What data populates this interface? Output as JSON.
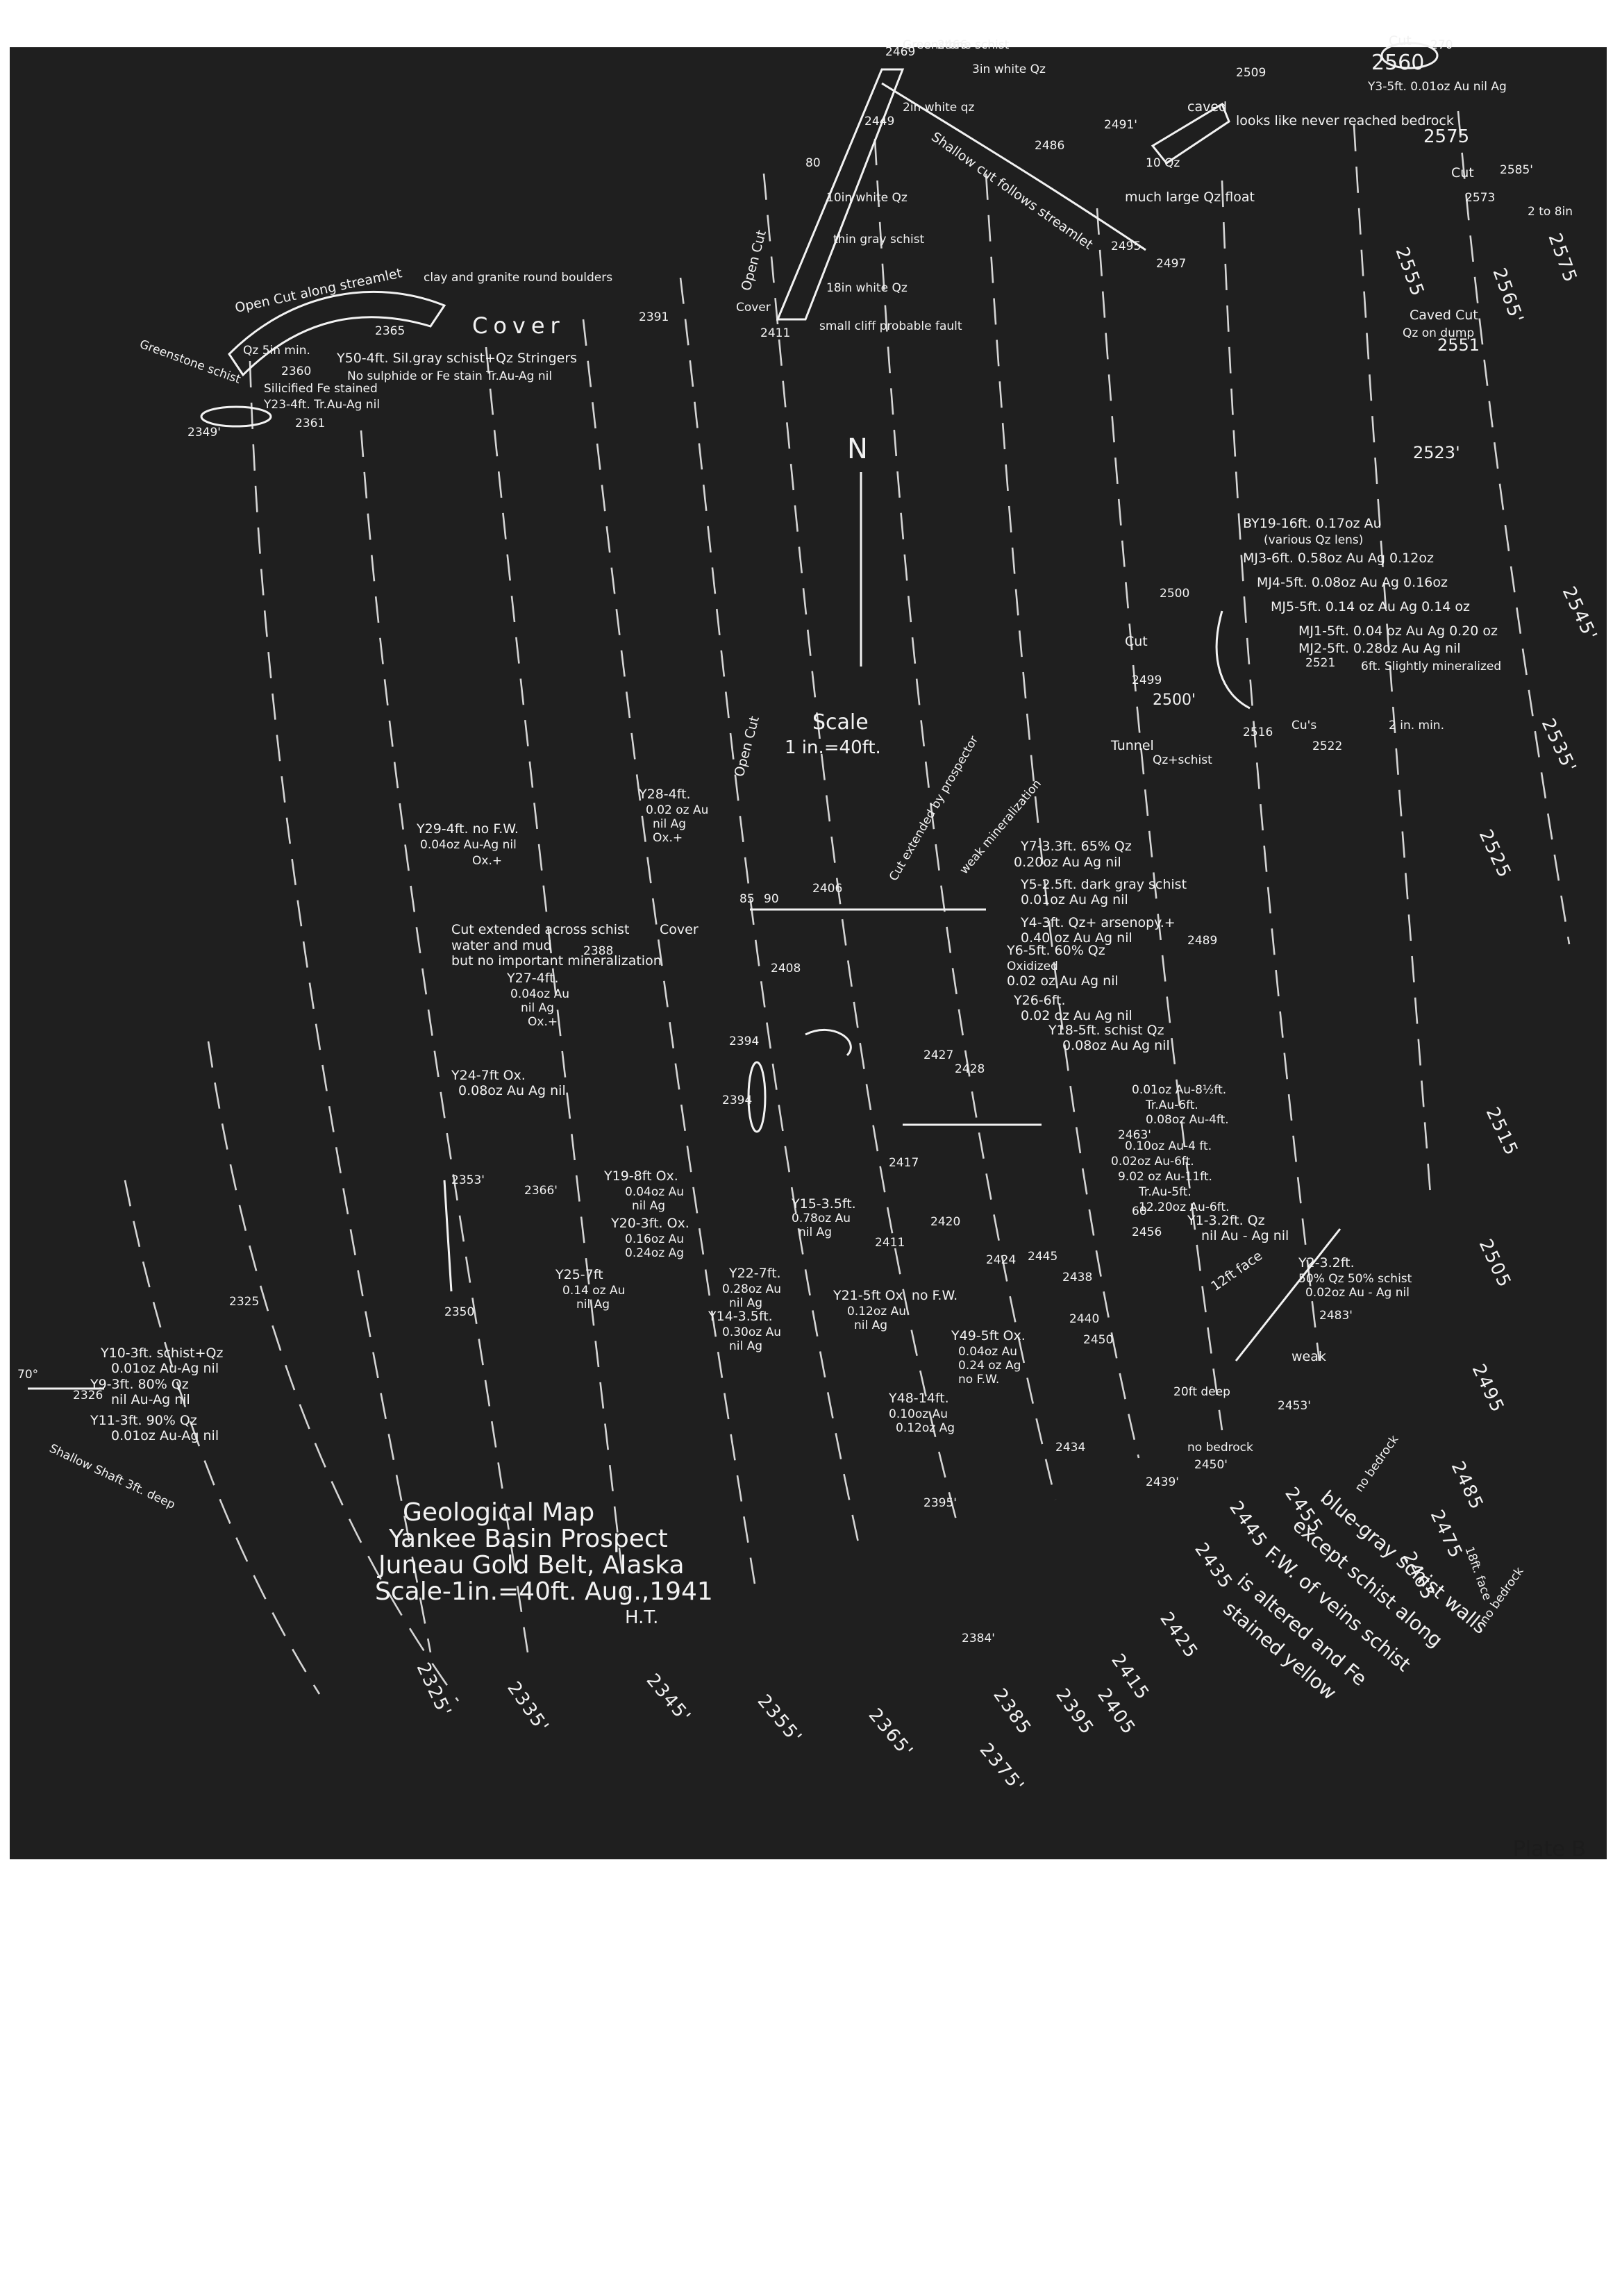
{
  "title": {
    "line1": "Geological Map",
    "line2": "Yankee Basin Prospect",
    "line3": "Juneau Gold Belt, Alaska",
    "line4": "Scale-1in.=40ft.  Aug.,1941",
    "line5": "H.T."
  },
  "plate": "Plate B",
  "scale": {
    "line1": "Scale",
    "line2": "1 in.=40ft."
  },
  "north": "N",
  "cover": "Cover",
  "labels": {
    "open_cut_vertical": "Open Cut",
    "shallow_cut": "Shallow cut follows streamlet",
    "greenstone_schist_top": "Greenstone schist",
    "white_qz_3in": "3in white Qz",
    "ten_in_white_qz": "10in white Qz",
    "thin_gray_schist": "thin gray schist",
    "eighteen_in_white_qz": "18in white Qz",
    "cover_small_cliff": "Cover",
    "small_cliff": "small cliff probable fault",
    "two_in_white_qz": "2in white qz",
    "looks_like": "looks like never reached bedrock",
    "caved": "caved",
    "much_float": "much large Qz float",
    "ten_qz": "10 Qz",
    "cut_top": "Cut",
    "y3": "Y3-5ft. 0.01oz Au nil Ag",
    "cut_2573": "Cut",
    "two_in_6in": "2 to 8in",
    "caved_cut": "Caved Cut",
    "qz_on_dump": "Qz on dump",
    "open_cut_streamlet": "Open Cut along streamlet",
    "clay_boulders": "clay and granite round boulders",
    "qz_min": "Qz 5in min.",
    "y50": "Y50-4ft. Sil.gray schist+Qz Stringers",
    "no_sulphide": "No sulphide or Fe stain  Tr.Au-Ag nil",
    "silicified": "Silicified Fe stained",
    "y23": "Y23-4ft. Tr.Au-Ag nil",
    "greenstone_schist_left": "Greenstone schist",
    "by19": "BY19-16ft. 0.17oz Au",
    "mj_lens": "(various Qz lens)",
    "mj3": "MJ3-6ft. 0.58oz Au  Ag 0.12oz",
    "mj4": "MJ4-5ft. 0.08oz Au  Ag 0.16oz",
    "mj5": "MJ5-5ft. 0.14 oz Au  Ag 0.14 oz",
    "mj1": "MJ1-5ft. 0.04 oz Au  Ag 0.20 oz",
    "mj2": "MJ2-5ft. 0.28oz Au  Ag nil",
    "six_ft_slightly": "6ft. Slightly mineralized",
    "cut_mj": "Cut",
    "tunnel": "Tunnel",
    "qz_schist": "Qz+schist",
    "cuts": "Cu's",
    "two_in_min": "2 in. min.",
    "y28": "Y28-4ft.",
    "y28b": "0.02 oz Au",
    "y28c": "nil Ag",
    "y28d": "Ox.+",
    "y29": "Y29-4ft. no F.W.",
    "y29b": "0.04oz Au-Ag nil",
    "y29c": "Ox.+",
    "cut_extended_prospector": "Cut extended by prospector",
    "weak_mineralization": "weak mineralization",
    "y7": "Y7-3.3ft. 65% Qz",
    "y7b": "0.20oz Au  Ag nil",
    "y5": "Y5-2.5ft. dark gray schist",
    "y5b": "0.01oz Au  Ag nil",
    "y4": "Y4-3ft. Qz+ arsenopy.+",
    "y4b": "0.40 oz Au  Ag nil",
    "cut_extended_schist": "Cut extended across schist",
    "water_mud": "water and mud",
    "no_mineralization": "but no important mineralization",
    "cover_mid": "Cover",
    "y27": "Y27-4ft.",
    "y27b": "0.04oz Au",
    "y27c": "nil Ag",
    "y27d": "Ox.+",
    "y6": "Y6-5ft. 60% Qz",
    "y6b": "Oxidized",
    "y6c": "0.02 oz Au  Ag nil",
    "y26": "Y26-6ft.",
    "y26b": "0.02 oz Au  Ag nil",
    "y18": "Y18-5ft. schist Qz",
    "y18b": "0.08oz Au  Ag nil",
    "y24": "Y24-7ft Ox.",
    "y24b": "0.08oz Au  Ag nil",
    "assay_01": "0.01oz Au-8½ft.",
    "assay_tr": "Tr.Au-6ft.",
    "assay_08": "0.08oz Au-4ft.",
    "assay_10": "0.10oz Au-4 ft.",
    "assay_02": "0.02oz Au-6ft.",
    "assay_9": "9.02 oz Au-11ft.",
    "assay_tr5": "Tr.Au-5ft.",
    "assay_12": "12.20oz Au-6ft.",
    "y1": "Y1-3.2ft. Qz",
    "y1b": "nil Au - Ag nil",
    "y19": "Y19-8ft Ox.",
    "y19b": "0.04oz Au",
    "y19c": "nil Ag",
    "y20": "Y20-3ft. Ox.",
    "y20b": "0.16oz Au",
    "y20c": "0.24oz Ag",
    "y15": "Y15-3.5ft.",
    "y15b": "0.78oz Au",
    "y15c": "nil Ag",
    "y25": "Y25-7ft",
    "y25b": "0.14 oz Au",
    "y25c": "nil Ag",
    "y22": "Y22-7ft.",
    "y22b": "0.28oz Au",
    "y22c": "nil Ag",
    "y14": "Y14-3.5ft.",
    "y14b": "0.30oz Au",
    "y14c": "nil Ag",
    "y21": "Y21-5ft Ox. no F.W.",
    "y21b": "0.12oz Au",
    "y21c": "nil Ag",
    "y2": "Y2-3.2ft.",
    "y2b": "50% Qz 50% schist",
    "y2c": "0.02oz Au - Ag nil",
    "twelve_ft_face": "12ft face",
    "y49": "Y49-5ft Ox.",
    "y49b": "0.04oz Au",
    "y49c": "0.24 oz Ag",
    "y49d": "no F.W.",
    "y48": "Y48-14ft.",
    "y48b": "0.10oz Au",
    "y48c": "0.12oz Ag",
    "twenty_ft_deep": "20ft deep",
    "weak": "weak",
    "no_bedrock": "no bedrock",
    "no_bedrock2": "no bedrock",
    "no_bedrock3": "no bedrock",
    "eighteen_ft_face": "18ft. face",
    "blue_gray": "blue-gray schist walls",
    "except_schist": "except schist along",
    "fw_veins": "F.W. of veins schist",
    "altered": "is altered and Fe",
    "stained": "stained yellow",
    "y10": "Y10-3ft. schist+Qz",
    "y10b": "0.01oz Au-Ag nil",
    "y9": "Y9-3ft. 80% Qz",
    "y9b": "nil Au-Ag nil",
    "y11": "Y11-3ft. 90% Qz",
    "y11b": "0.01oz Au-Ag nil",
    "seventy_deg": "70°",
    "shallow_shaft": "Shallow Shaft 3ft. deep",
    "dip_85": "85",
    "dip_90": "90",
    "dip_80": "80",
    "dip_60": "60"
  },
  "elevations": {
    "e2469": "2469",
    "e2466": "2466",
    "e2449": "2449",
    "e2411": "2411",
    "e2486": "2486",
    "e2491": "2491'",
    "e2495": "2495",
    "e2497": "2497",
    "e2509": "2509",
    "e2560": "2560",
    "e2570": "270",
    "e2575": "2575",
    "e2573": "2573",
    "e2585": "2585'",
    "e2551": "2551",
    "e2555": "2555",
    "e2565": "2565'",
    "e2575r": "2575",
    "e2365": "2365",
    "e2391": "2391",
    "e2360": "2360",
    "e2349": "2349'",
    "e2361": "2361",
    "e2523": "2523'",
    "e2500": "2500",
    "e2499": "2499",
    "e25000": "2500'",
    "e2521": "2521",
    "e2522": "2522",
    "e2516": "2516",
    "e2545": "2545'",
    "e2535": "2535'",
    "e2525": "2525",
    "e2515": "2515",
    "e2505": "2505",
    "e2495r": "2495",
    "e2485": "2485",
    "e2475": "2475",
    "e2465": "2465",
    "e2455": "2455",
    "e2445": "2445",
    "e2435": "2435",
    "e2425": "2425",
    "e2415": "2415",
    "e2405": "2405",
    "e2395": "2395",
    "e2385": "2385",
    "e2375": "2375'",
    "e2365b": "2365'",
    "e2355": "2355'",
    "e2345": "2345'",
    "e2335": "2335'",
    "e2325": "2325'",
    "e2406": "2406",
    "e2388": "2388",
    "e2489": "2489",
    "e2408": "2408",
    "e2394": "2394",
    "e23940": "2394",
    "e2427": "2427",
    "e2428": "2428",
    "e2463": "2463'",
    "e2417": "2417",
    "e2411b": "2411",
    "e2424": "2424",
    "e2445b": "2445",
    "e2420": "2420",
    "e2456": "2456",
    "e2440": "2440",
    "e2438": "2438",
    "e2450": "2450",
    "e2453": "2453'",
    "e2483": "2483'",
    "e2434": "2434",
    "e2439": "2439'",
    "e2450b": "2450'",
    "e2366": "2366'",
    "e2353": "2353'",
    "e2350": "2350",
    "e2325b": "2325",
    "e2326": "2326",
    "e2395b": "2395'",
    "e2384": "2384'"
  },
  "colors": {
    "paper": "#ffffff",
    "sheet": "#1f1f1f",
    "ink": "#f2f2f2"
  }
}
